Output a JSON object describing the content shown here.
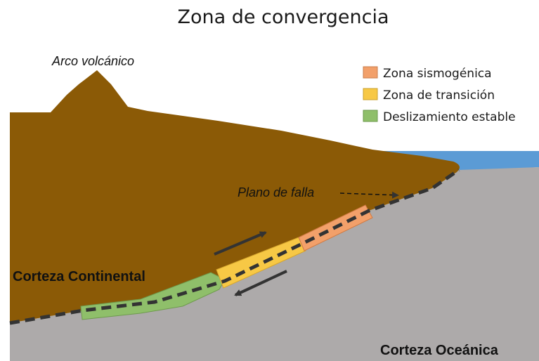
{
  "title": "Zona de convergencia",
  "labels": {
    "volcanic_arc": "Arco volcánico",
    "fault_plane": "Plano de falla",
    "continental_crust": "Corteza Continental",
    "oceanic_crust": "Corteza Oceánica"
  },
  "legend": [
    {
      "label": "Zona sismogénica",
      "color": "#f2a06a"
    },
    {
      "label": "Zona de transición",
      "color": "#f7c845"
    },
    {
      "label": "Deslizamiento estable",
      "color": "#8fbf6a"
    }
  ],
  "colors": {
    "continental": "#8b5a06",
    "oceanic": "#adaaaa",
    "ocean": "#5b9bd5",
    "arrow": "#333333",
    "fault_line": "#333333"
  }
}
